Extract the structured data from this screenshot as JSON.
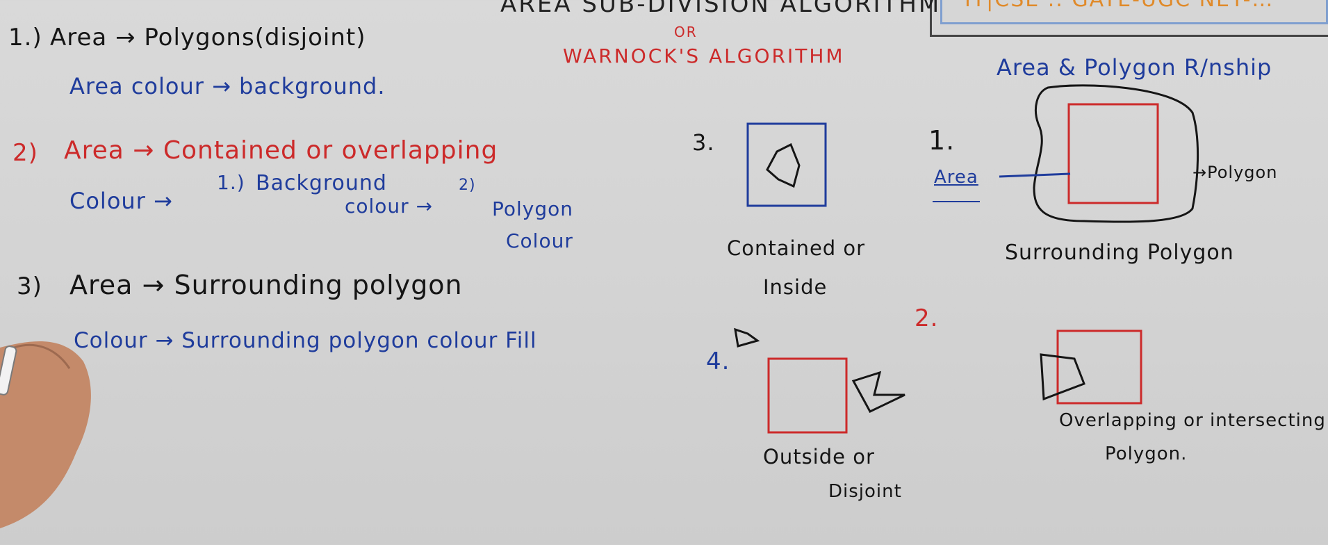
{
  "header": {
    "title": "AREA SUB-DIVISION ALGORITHM",
    "or": "OR",
    "subtitle": "WARNOCK'S ALGORITHM",
    "badge": "IT|CSE .. GATE-UGC NET-…"
  },
  "notes": {
    "n1": {
      "num": "1.)",
      "line": "Area → Polygons(disjoint)",
      "color": "Area colour → background."
    },
    "n2": {
      "num": "2)",
      "line": "Area → Contained or overlapping",
      "colour": "Colour →",
      "opt1_num": "1.)",
      "opt1_a": "Background",
      "opt1_b": "colour →",
      "opt2_num": "2)",
      "opt2_a": "Polygon",
      "opt2_b": "Colour"
    },
    "n3": {
      "num": "3)",
      "line": "Area → Surrounding polygon",
      "color": "Colour → Surrounding polygon colour Fill"
    }
  },
  "right_panel": {
    "heading": "Area & Polygon R/nship",
    "case1": {
      "num": "1.",
      "area_label": "Area",
      "polygon_label": "→Polygon",
      "caption": "Surrounding Polygon"
    },
    "case2": {
      "num": "2.",
      "caption_a": "Overlapping or intersecting",
      "caption_b": "Polygon."
    },
    "case3": {
      "num": "3.",
      "caption_a": "Contained or",
      "caption_b": "Inside"
    },
    "case4": {
      "num": "4.",
      "caption_a": "Outside or",
      "caption_b": "Disjoint"
    }
  },
  "colors": {
    "ink_black": "#151515",
    "ink_blue": "#1f3c9c",
    "ink_red": "#cc2a2a",
    "board": "#d6d6d6",
    "badge_orange": "#e08a2a"
  }
}
